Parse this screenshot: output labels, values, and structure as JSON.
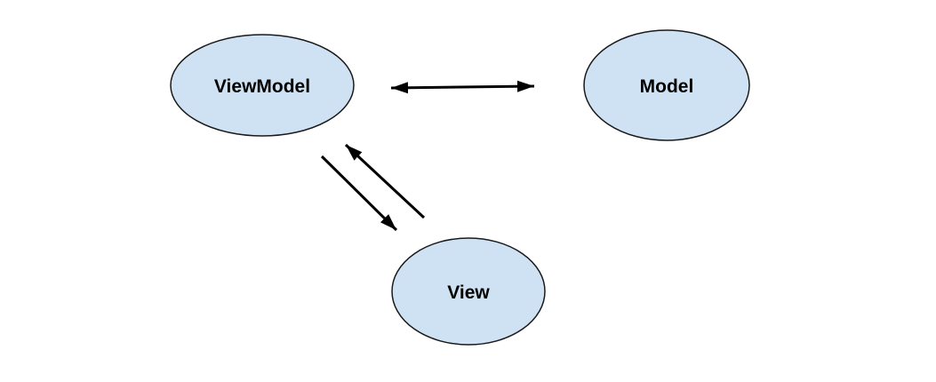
{
  "diagram": {
    "description": "MVVM architecture relationship diagram",
    "colors": {
      "background": "#ffffff",
      "node_fill": "#cfe2f3",
      "node_stroke": "#1a1a1a",
      "label": "#000000",
      "arrow": "#000000"
    },
    "nodes": [
      {
        "id": "viewmodel",
        "label": "ViewModel"
      },
      {
        "id": "model",
        "label": "Model"
      },
      {
        "id": "view",
        "label": "View"
      }
    ],
    "edges": [
      {
        "from": "viewmodel",
        "to": "model",
        "direction": "bidirectional",
        "style": "double-headed-arrow"
      },
      {
        "from": "viewmodel",
        "to": "view",
        "direction": "one-way",
        "style": "arrow"
      },
      {
        "from": "view",
        "to": "viewmodel",
        "direction": "one-way",
        "style": "arrow"
      }
    ]
  }
}
